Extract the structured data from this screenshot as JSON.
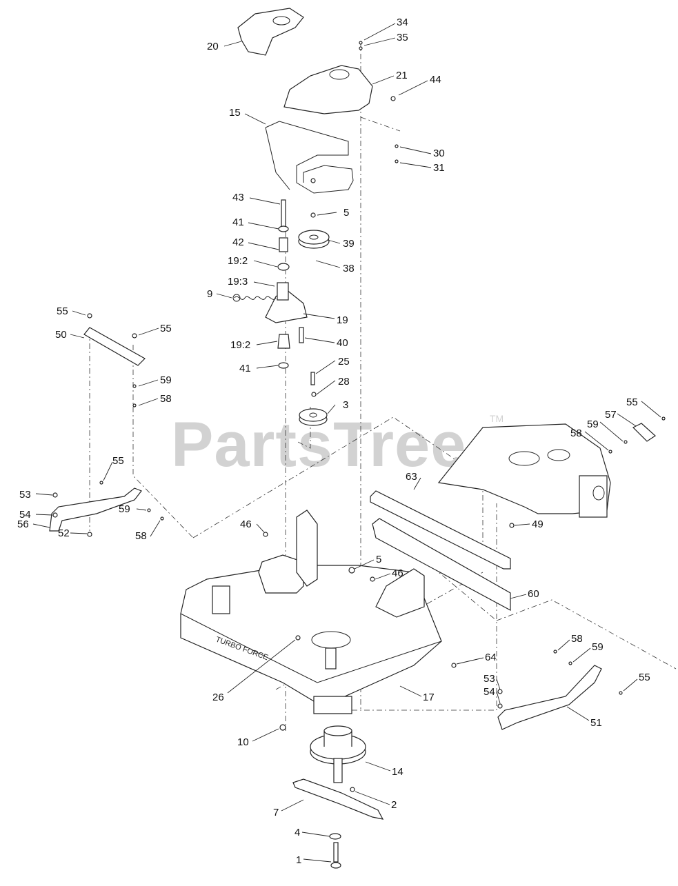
{
  "watermark": {
    "text": "PartsTree",
    "tm": "TM"
  },
  "deck_decal": "TURBO FORCE",
  "callouts": [
    {
      "id": "c34",
      "label": "34"
    },
    {
      "id": "c35",
      "label": "35"
    },
    {
      "id": "c20",
      "label": "20"
    },
    {
      "id": "c21",
      "label": "21"
    },
    {
      "id": "c44",
      "label": "44"
    },
    {
      "id": "c15",
      "label": "15"
    },
    {
      "id": "c30",
      "label": "30"
    },
    {
      "id": "c31",
      "label": "31"
    },
    {
      "id": "c43",
      "label": "43"
    },
    {
      "id": "c5a",
      "label": "5"
    },
    {
      "id": "c41a",
      "label": "41"
    },
    {
      "id": "c39",
      "label": "39"
    },
    {
      "id": "c42",
      "label": "42"
    },
    {
      "id": "c19_2a",
      "label": "19:2"
    },
    {
      "id": "c38",
      "label": "38"
    },
    {
      "id": "c19_3",
      "label": "19:3"
    },
    {
      "id": "c9",
      "label": "9"
    },
    {
      "id": "c19",
      "label": "19"
    },
    {
      "id": "c55a",
      "label": "55"
    },
    {
      "id": "c55b",
      "label": "55"
    },
    {
      "id": "c50",
      "label": "50"
    },
    {
      "id": "c19_2b",
      "label": "19:2"
    },
    {
      "id": "c40",
      "label": "40"
    },
    {
      "id": "c41b",
      "label": "41"
    },
    {
      "id": "c25",
      "label": "25"
    },
    {
      "id": "c59a",
      "label": "59"
    },
    {
      "id": "c28",
      "label": "28"
    },
    {
      "id": "c58a",
      "label": "58"
    },
    {
      "id": "c3",
      "label": "3"
    },
    {
      "id": "c55c",
      "label": "55"
    },
    {
      "id": "c57",
      "label": "57"
    },
    {
      "id": "c59b",
      "label": "59"
    },
    {
      "id": "c58b",
      "label": "58"
    },
    {
      "id": "c55d",
      "label": "55"
    },
    {
      "id": "c53a",
      "label": "53"
    },
    {
      "id": "c63",
      "label": "63"
    },
    {
      "id": "c54a",
      "label": "54"
    },
    {
      "id": "c59c",
      "label": "59"
    },
    {
      "id": "c58c",
      "label": "58"
    },
    {
      "id": "c56",
      "label": "56"
    },
    {
      "id": "c52",
      "label": "52"
    },
    {
      "id": "c46a",
      "label": "46"
    },
    {
      "id": "c49",
      "label": "49"
    },
    {
      "id": "c5b",
      "label": "5"
    },
    {
      "id": "c46b",
      "label": "46"
    },
    {
      "id": "c60",
      "label": "60"
    },
    {
      "id": "c58d",
      "label": "58"
    },
    {
      "id": "c59d",
      "label": "59"
    },
    {
      "id": "c64",
      "label": "64"
    },
    {
      "id": "c26",
      "label": "26"
    },
    {
      "id": "c55e",
      "label": "55"
    },
    {
      "id": "c53b",
      "label": "53"
    },
    {
      "id": "c17",
      "label": "17"
    },
    {
      "id": "c54b",
      "label": "54"
    },
    {
      "id": "c51",
      "label": "51"
    },
    {
      "id": "c10",
      "label": "10"
    },
    {
      "id": "c14",
      "label": "14"
    },
    {
      "id": "c2",
      "label": "2"
    },
    {
      "id": "c7",
      "label": "7"
    },
    {
      "id": "c4",
      "label": "4"
    },
    {
      "id": "c1",
      "label": "1"
    }
  ]
}
